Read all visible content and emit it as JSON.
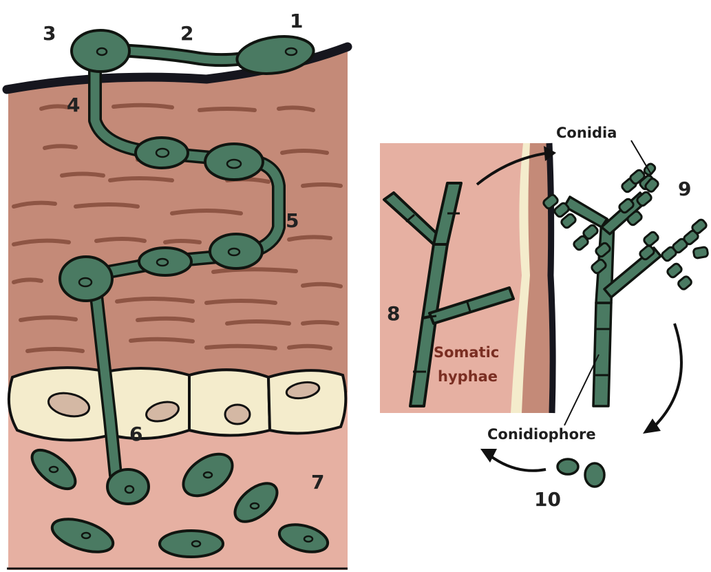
{
  "stage_numbers": {
    "n1": "1",
    "n2": "2",
    "n3": "3",
    "n4": "4",
    "n5": "5",
    "n6": "6",
    "n7": "7",
    "n8": "8",
    "n9": "9",
    "n10": "10"
  },
  "labels": {
    "conidia": "Conidia",
    "somatic_line1": "Somatic",
    "somatic_line2": "hyphae",
    "conidiophore": "Conidiophore"
  },
  "colors": {
    "fungus": "#4a7a62",
    "fungus_outline": "#101510",
    "tissue": "#c48a78",
    "tissue_lines": "#8e5544",
    "cuticle": "#16161e",
    "cells": "#f4eccc",
    "inner_tissue": "#e6b0a2",
    "nucleus": "#d4b8a4",
    "label_dark": "#7a2e22",
    "label_light": "#1e1e1e"
  }
}
